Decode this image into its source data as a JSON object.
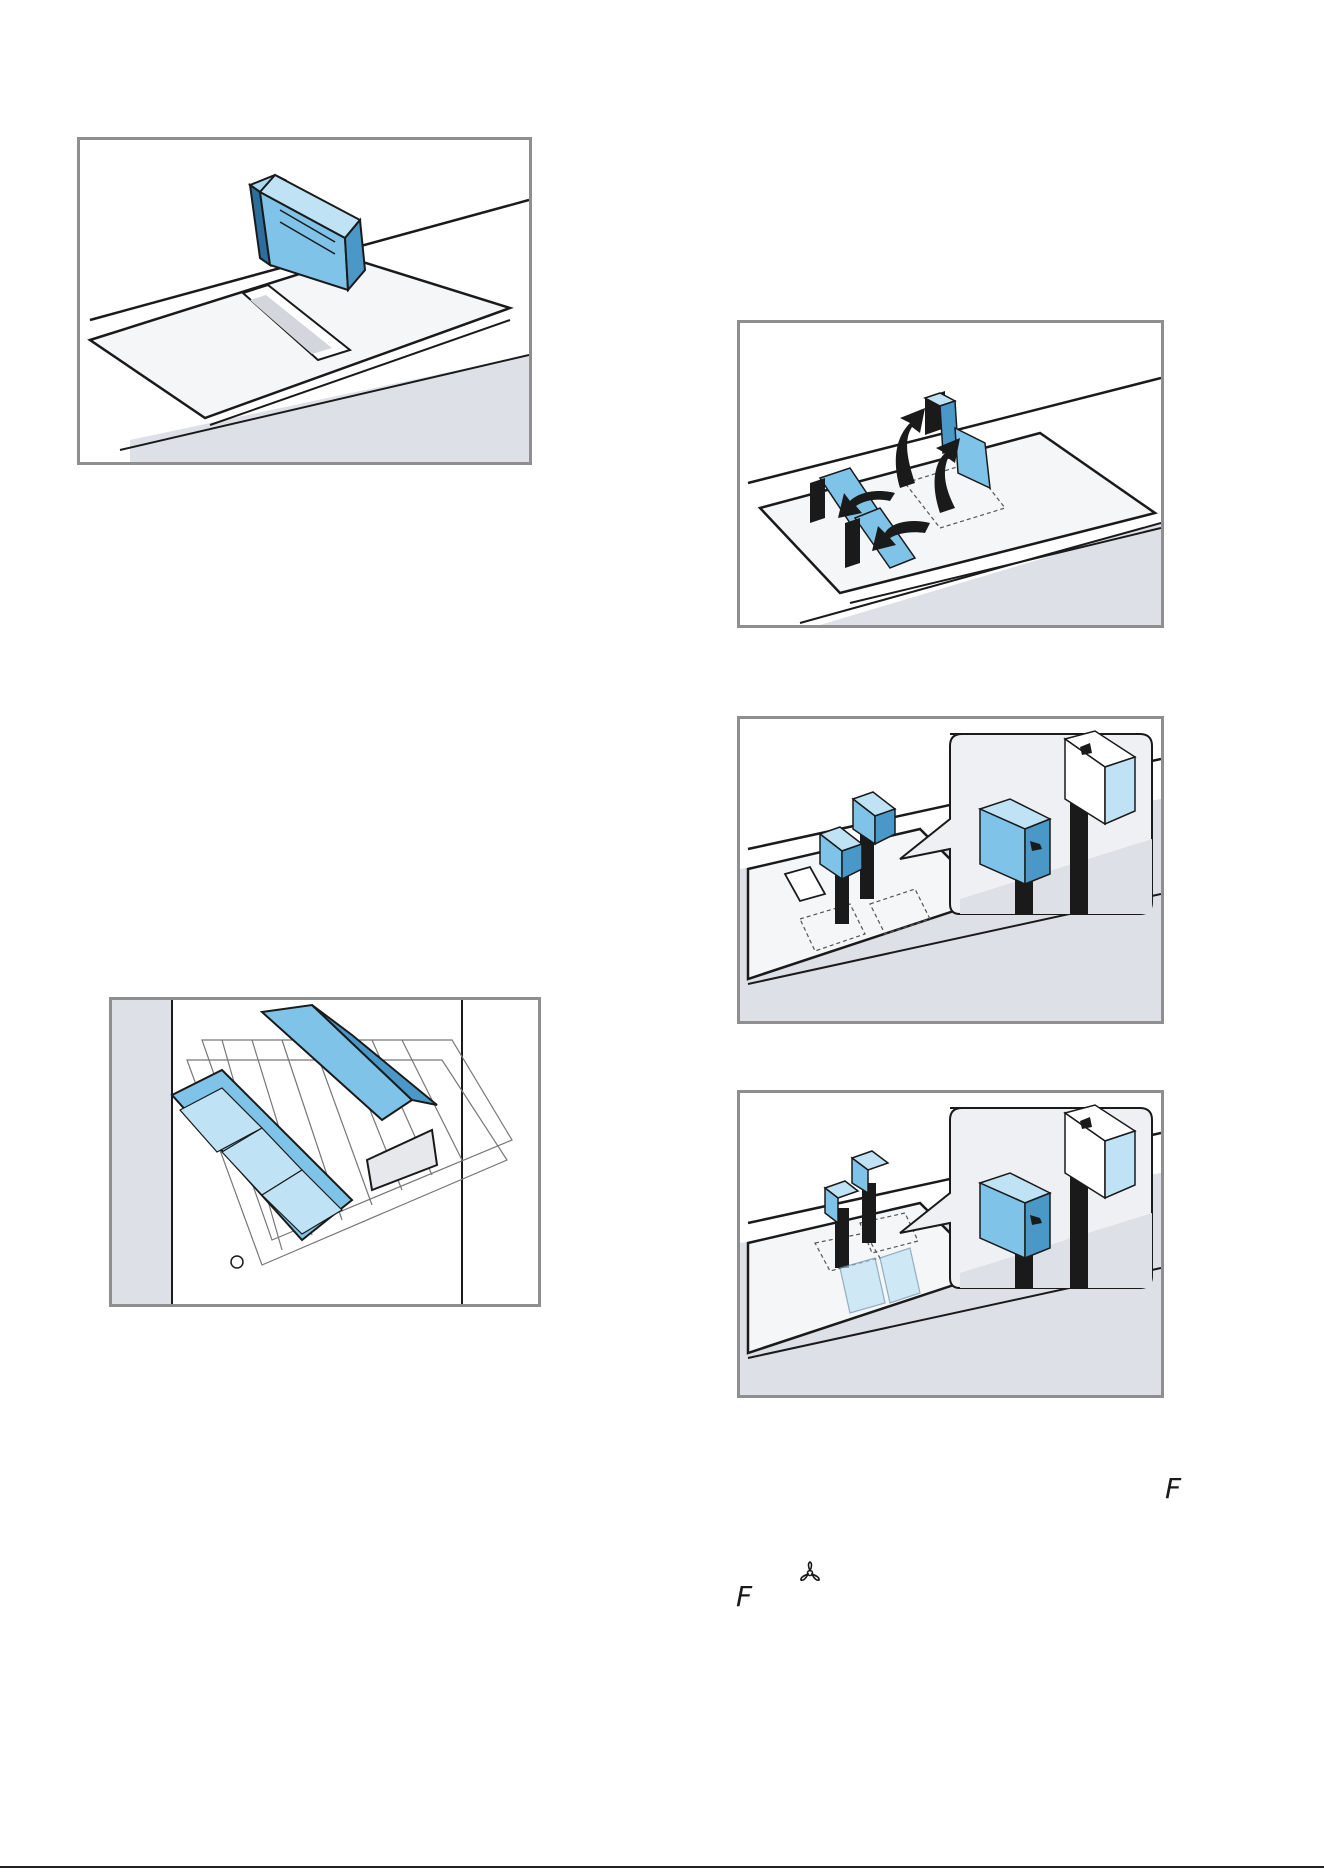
{
  "document": {
    "glyphs": {
      "filter_symbol_1": "F",
      "filter_symbol_2": "F",
      "fan_symbol_name": "fan-icon"
    }
  },
  "figures": [
    {
      "id": "fig-filter-box",
      "name": "filter-box-illustration"
    },
    {
      "id": "fig-dishwasher",
      "name": "dishwasher-rack-illustration"
    },
    {
      "id": "fig-remove",
      "name": "filter-removal-illustration"
    },
    {
      "id": "fig-insert",
      "name": "filter-insert-illustration"
    },
    {
      "id": "fig-install",
      "name": "filter-install-illustration"
    }
  ],
  "colors": {
    "accent_blue": "#7fc4e8",
    "accent_blue_dark": "#2c6f9e",
    "outline": "#1a1a1a",
    "surface_grey": "#dde0e6",
    "frame_grey": "#8f8f8f"
  }
}
